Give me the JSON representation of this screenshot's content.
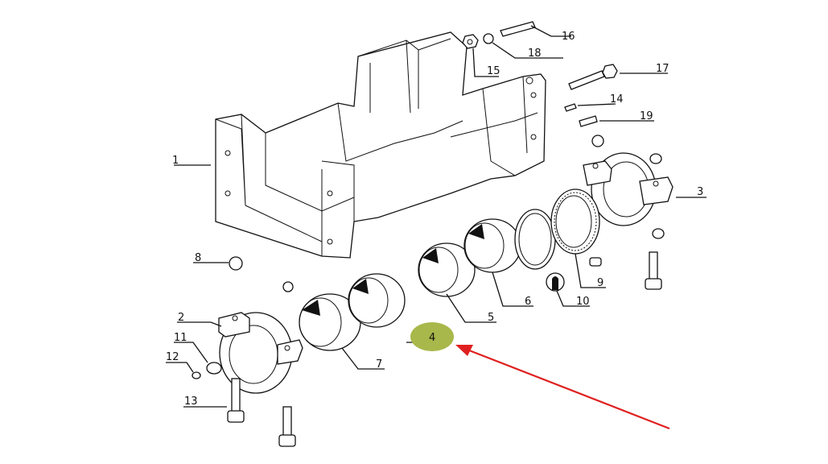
{
  "diagram": {
    "title": "",
    "type": "exploded-parts-diagram",
    "callouts": [
      {
        "id": "1",
        "label": "1"
      },
      {
        "id": "2",
        "label": "2"
      },
      {
        "id": "3",
        "label": "3"
      },
      {
        "id": "4",
        "label": "4",
        "highlighted": true
      },
      {
        "id": "5",
        "label": "5"
      },
      {
        "id": "6",
        "label": "6"
      },
      {
        "id": "7",
        "label": "7"
      },
      {
        "id": "8",
        "label": "8"
      },
      {
        "id": "9",
        "label": "9"
      },
      {
        "id": "10",
        "label": "10"
      },
      {
        "id": "11",
        "label": "11"
      },
      {
        "id": "12",
        "label": "12"
      },
      {
        "id": "13",
        "label": "13"
      },
      {
        "id": "14",
        "label": "14"
      },
      {
        "id": "15",
        "label": "15"
      },
      {
        "id": "16",
        "label": "16"
      },
      {
        "id": "17",
        "label": "17"
      },
      {
        "id": "18",
        "label": "18"
      },
      {
        "id": "19",
        "label": "19"
      }
    ],
    "highlight": {
      "target": "4",
      "marker_color": "#a8b84a",
      "arrow_color": "#e02020"
    }
  }
}
